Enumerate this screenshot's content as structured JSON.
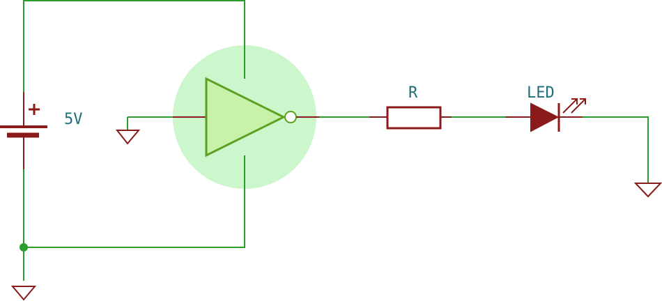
{
  "labels": {
    "battery": "5V",
    "resistor": "R",
    "led": "LED"
  },
  "colors": {
    "wire": "#2a9d2a",
    "component": "#8b1a1a",
    "label": "#1f6f7a",
    "highlight": "#ccf7cc",
    "gate_fill": "#c8f2a8",
    "gate_stroke": "#5ba021"
  },
  "components": [
    "battery",
    "inverter-gate",
    "resistor",
    "led",
    "ground",
    "ground",
    "ground"
  ]
}
